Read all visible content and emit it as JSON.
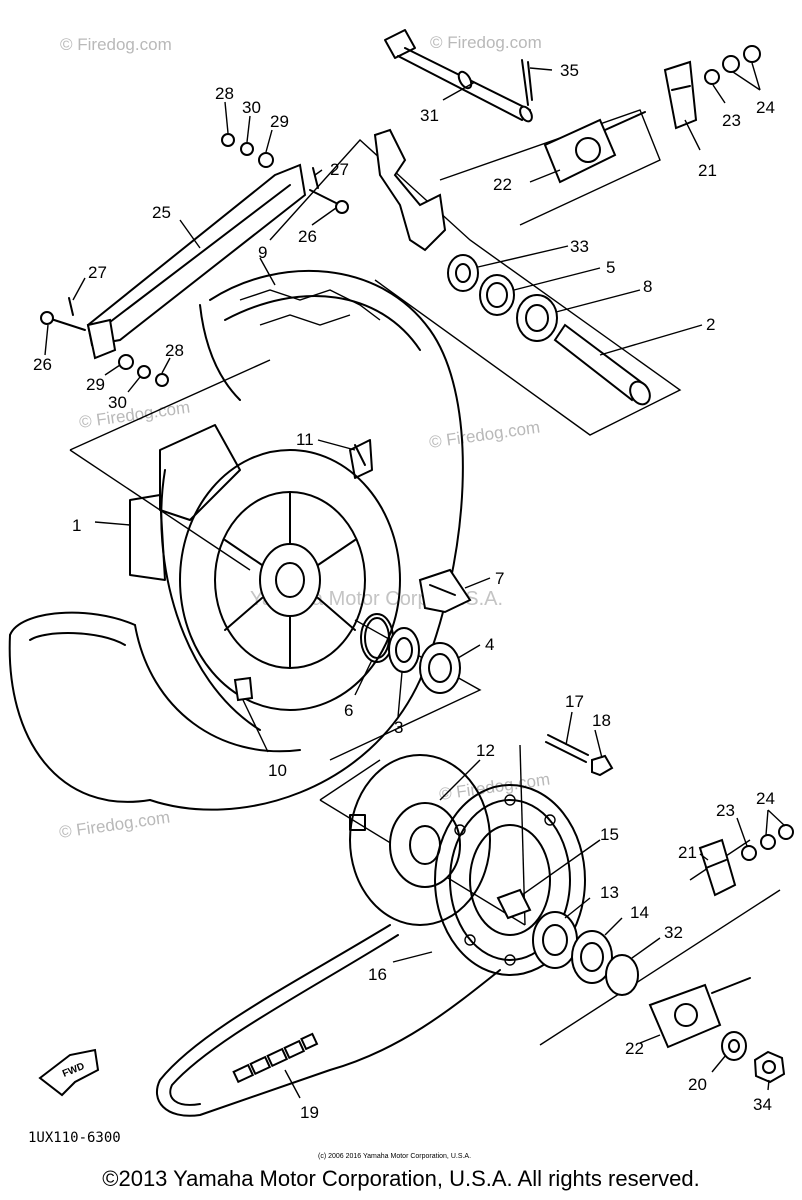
{
  "watermark": "© Firedog.com",
  "watermark_center": "Yamaha Motor Corp., U.S.A.",
  "diagram_code": "1UX110-6300",
  "fwd_label": "FWD",
  "tiny_copyright": "(c) 2006 2016 Yamaha Motor Corporation, U.S.A.",
  "footer_copyright": "©2013 Yamaha Motor Corporation, U.S.A. All rights reserved.",
  "callouts": {
    "c1": "1",
    "c2": "2",
    "c3": "3",
    "c4": "4",
    "c5": "5",
    "c6": "6",
    "c7": "7",
    "c8": "8",
    "c9": "9",
    "c10": "10",
    "c11": "11",
    "c12": "12",
    "c13": "13",
    "c14": "14",
    "c15": "15",
    "c16": "16",
    "c17": "17",
    "c18": "18",
    "c19": "19",
    "c20": "20",
    "c21a": "21",
    "c21b": "21",
    "c22a": "22",
    "c22b": "22",
    "c23a": "23",
    "c23b": "23",
    "c24a": "24",
    "c24b": "24",
    "c25": "25",
    "c26a": "26",
    "c26b": "26",
    "c27a": "27",
    "c27b": "27",
    "c28a": "28",
    "c28b": "28",
    "c29a": "29",
    "c29b": "29",
    "c30a": "30",
    "c30b": "30",
    "c31": "31",
    "c32": "32",
    "c33": "33",
    "c34": "34",
    "c35": "35"
  }
}
